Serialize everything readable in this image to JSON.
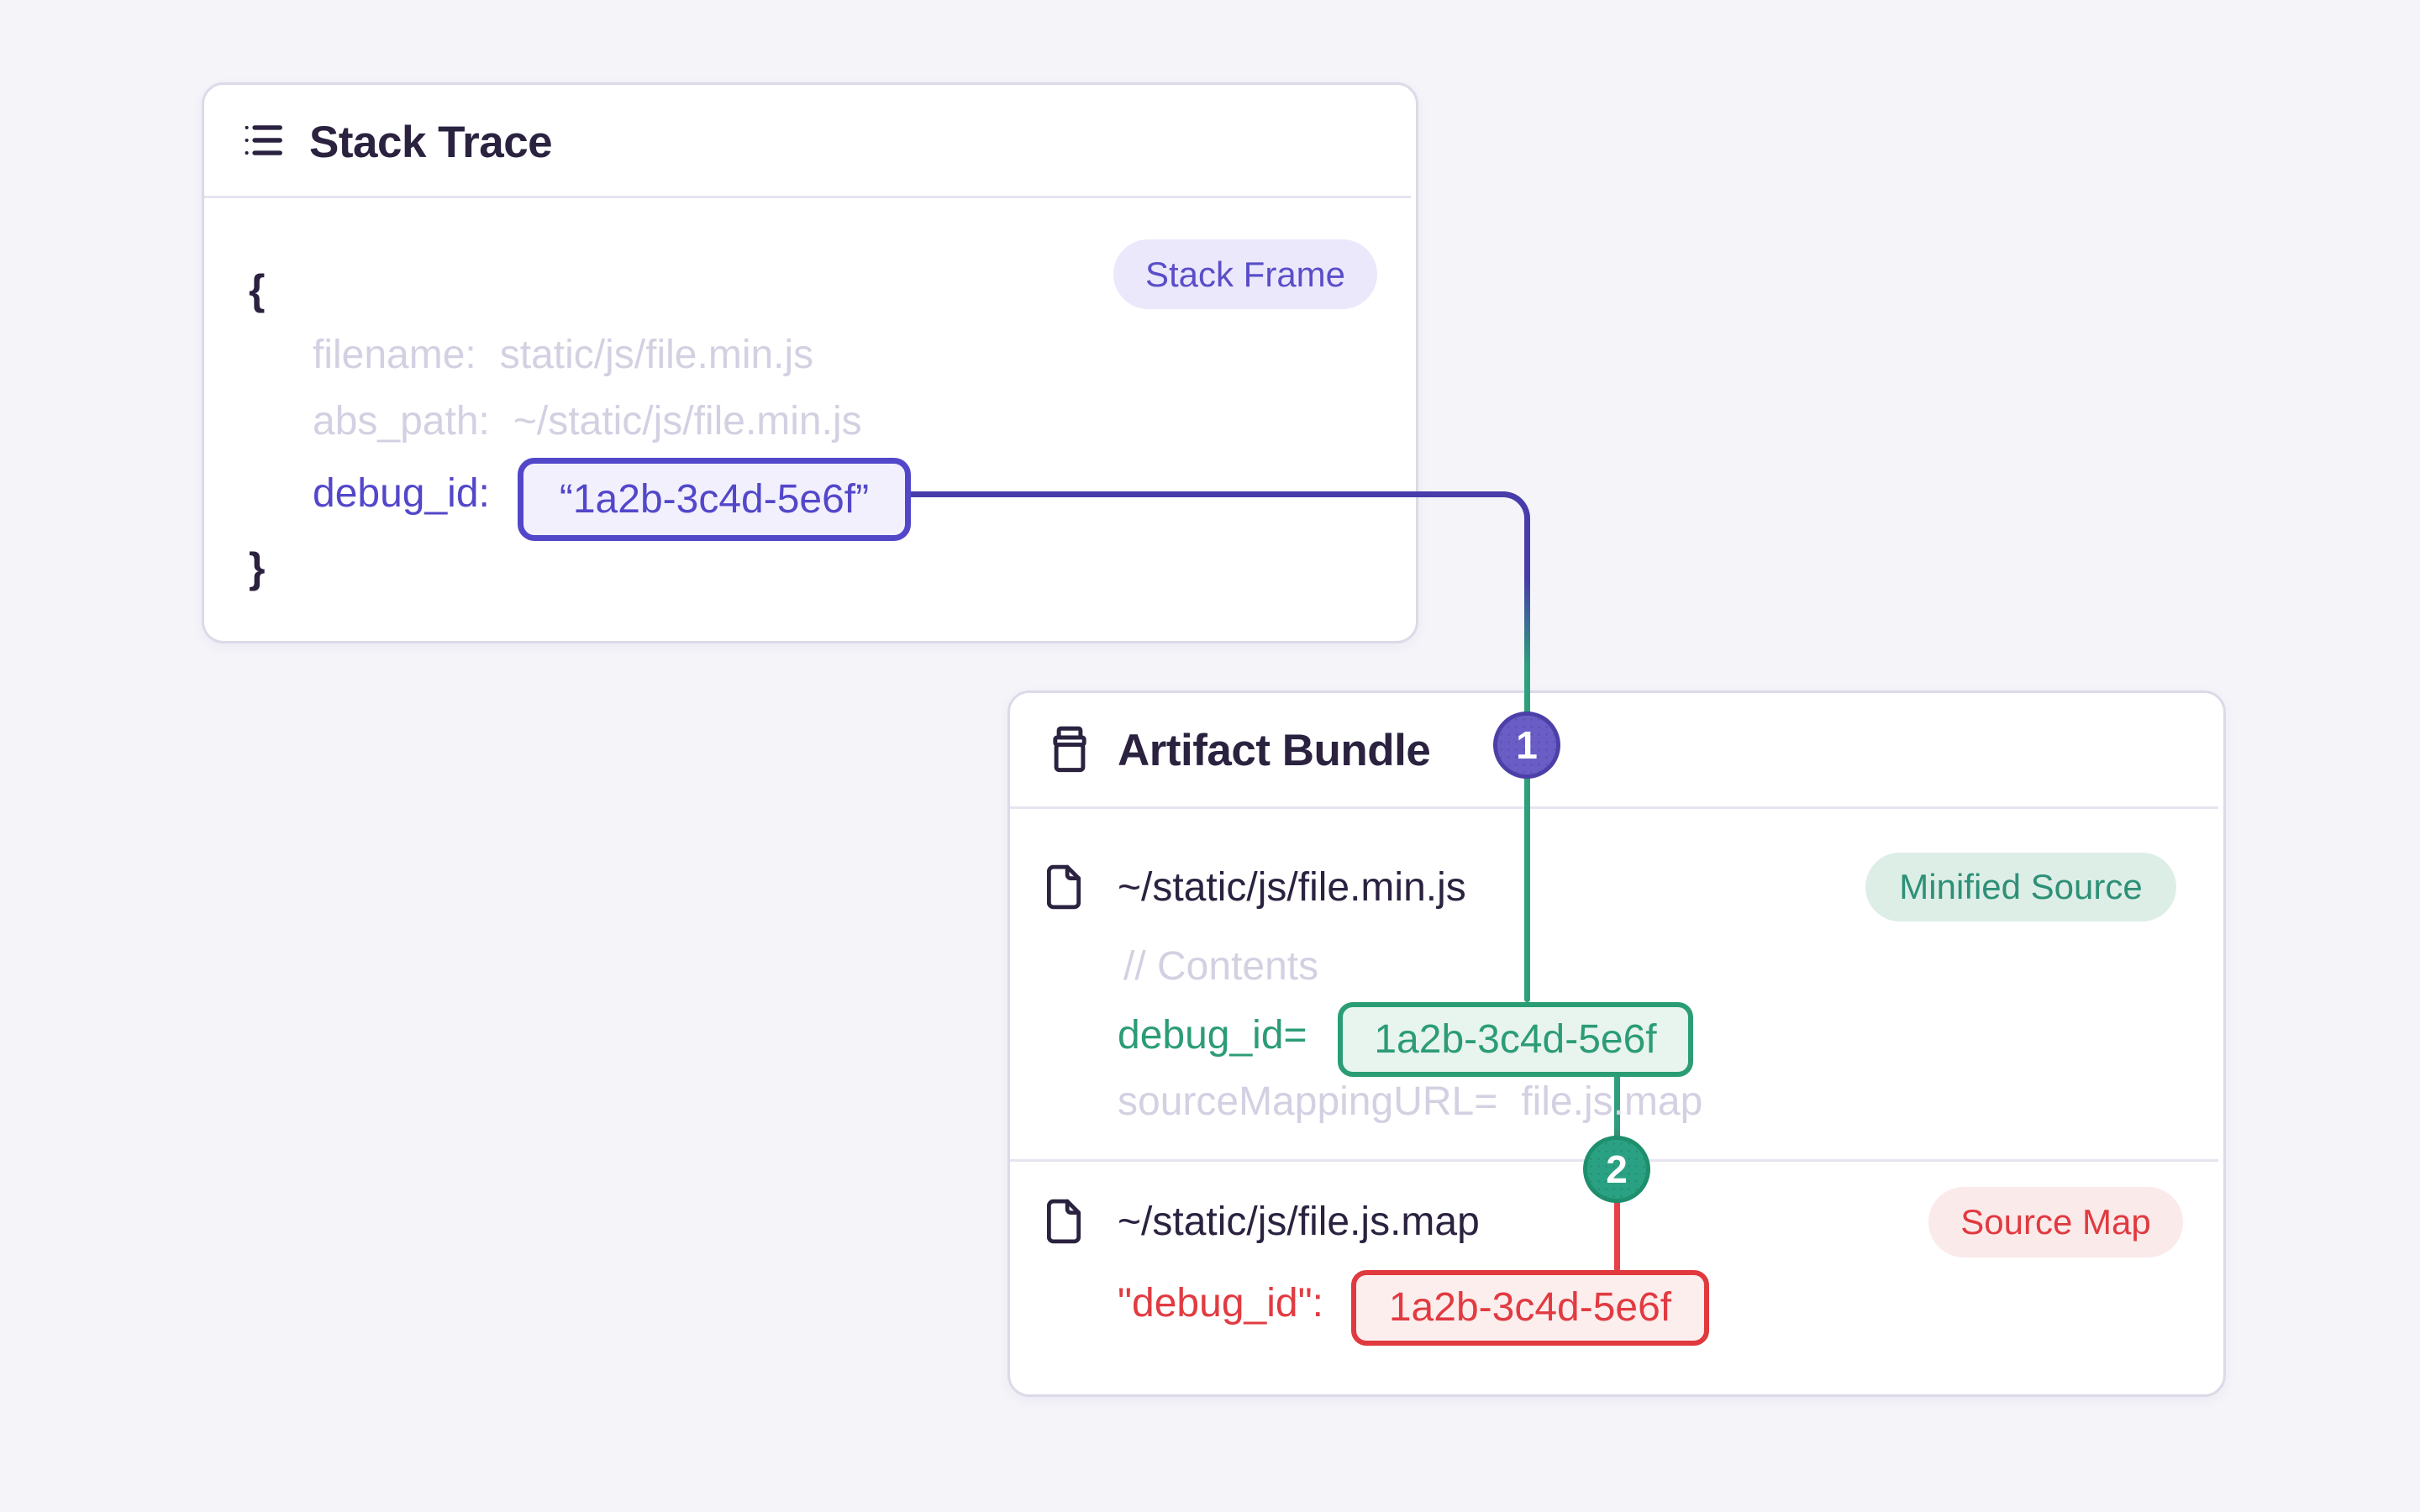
{
  "colors": {
    "page_background": "#f5f4f9",
    "card_border": "#dcd9e8",
    "text_dark": "#2b2240",
    "text_muted": "#d4d0e2",
    "accent_purple": "#5347c9",
    "accent_green": "#2a9d74",
    "accent_red": "#e0393e",
    "connector_indigo": "#473caa",
    "connector_green": "#2f9e7c",
    "connector_red": "#e7404b",
    "step1_fill": "#6a5ec6",
    "step2_fill": "#2ba183"
  },
  "icons": {
    "stack_trace": "list-icon",
    "artifact_bundle": "archive-icon",
    "minified_file": "file-icon",
    "source_map_file": "file-icon"
  },
  "stack_trace": {
    "title": "Stack Trace",
    "badge": "Stack Frame",
    "brace_open": "{",
    "brace_close": "}",
    "fields": {
      "filename_key": "filename:",
      "filename_value": "static/js/file.min.js",
      "abs_path_key": "abs_path:",
      "abs_path_value": "~/static/js/file.min.js",
      "debug_id_key": "debug_id:",
      "debug_id_value": "“1a2b-3c4d-5e6f”"
    }
  },
  "artifact_bundle": {
    "title": "Artifact Bundle",
    "minified_file": {
      "path": "~/static/js/file.min.js",
      "badge": "Minified Source",
      "contents_comment": "// Contents",
      "debug_id_key": "debug_id=",
      "debug_id_value": "1a2b-3c4d-5e6f",
      "source_mapping_key": "sourceMappingURL=",
      "source_mapping_value": "file.js.map"
    },
    "source_map_file": {
      "path": "~/static/js/file.js.map",
      "badge": "Source Map",
      "debug_id_key": "\"debug_id\":",
      "debug_id_value": "1a2b-3c4d-5e6f"
    }
  },
  "steps": {
    "one": "1",
    "two": "2"
  }
}
